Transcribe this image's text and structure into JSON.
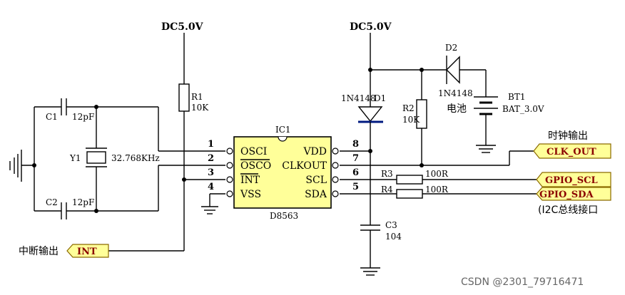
{
  "power": {
    "left": "DC5.0V",
    "right": "DC5.0V"
  },
  "chip": {
    "ref": "IC1",
    "part": "D8563",
    "pins_left": [
      {
        "num": "1",
        "name": "OSCI"
      },
      {
        "num": "2",
        "name": "OSCO"
      },
      {
        "num": "3",
        "name": "INT"
      },
      {
        "num": "4",
        "name": "VSS"
      }
    ],
    "pins_right": [
      {
        "num": "8",
        "name": "VDD"
      },
      {
        "num": "7",
        "name": "CLKOUT"
      },
      {
        "num": "6",
        "name": "SCL"
      },
      {
        "num": "5",
        "name": "SDA"
      }
    ]
  },
  "components": {
    "c1": {
      "ref": "C1",
      "value": "12pF"
    },
    "c2": {
      "ref": "C2",
      "value": "12pF"
    },
    "y1": {
      "ref": "Y1",
      "value": "32.768KHz"
    },
    "r1": {
      "ref": "R1",
      "value": "10K"
    },
    "r2": {
      "ref": "R2",
      "value": "10K"
    },
    "r3": {
      "ref": "R3",
      "value": "100R"
    },
    "r4": {
      "ref": "R4",
      "value": "100R"
    },
    "c3": {
      "ref": "C3",
      "value": "104"
    },
    "d1": {
      "ref": "D1",
      "value": "1N4148"
    },
    "d2": {
      "ref": "D2",
      "value": "1N4148"
    },
    "bt1": {
      "ref": "BT1",
      "value": "BAT_3.0V",
      "desc": "电池"
    }
  },
  "net_labels": {
    "clk_out": "CLK_OUT",
    "gpio_scl": "GPIO_SCL",
    "gpio_sda": "GPIO_SDA",
    "int": "INT"
  },
  "annotations": {
    "clock_out": "时钟输出",
    "interrupt_out": "中断输出",
    "i2c_bus": "(I2C总线接口"
  },
  "watermark": "CSDN @2301_79716471"
}
